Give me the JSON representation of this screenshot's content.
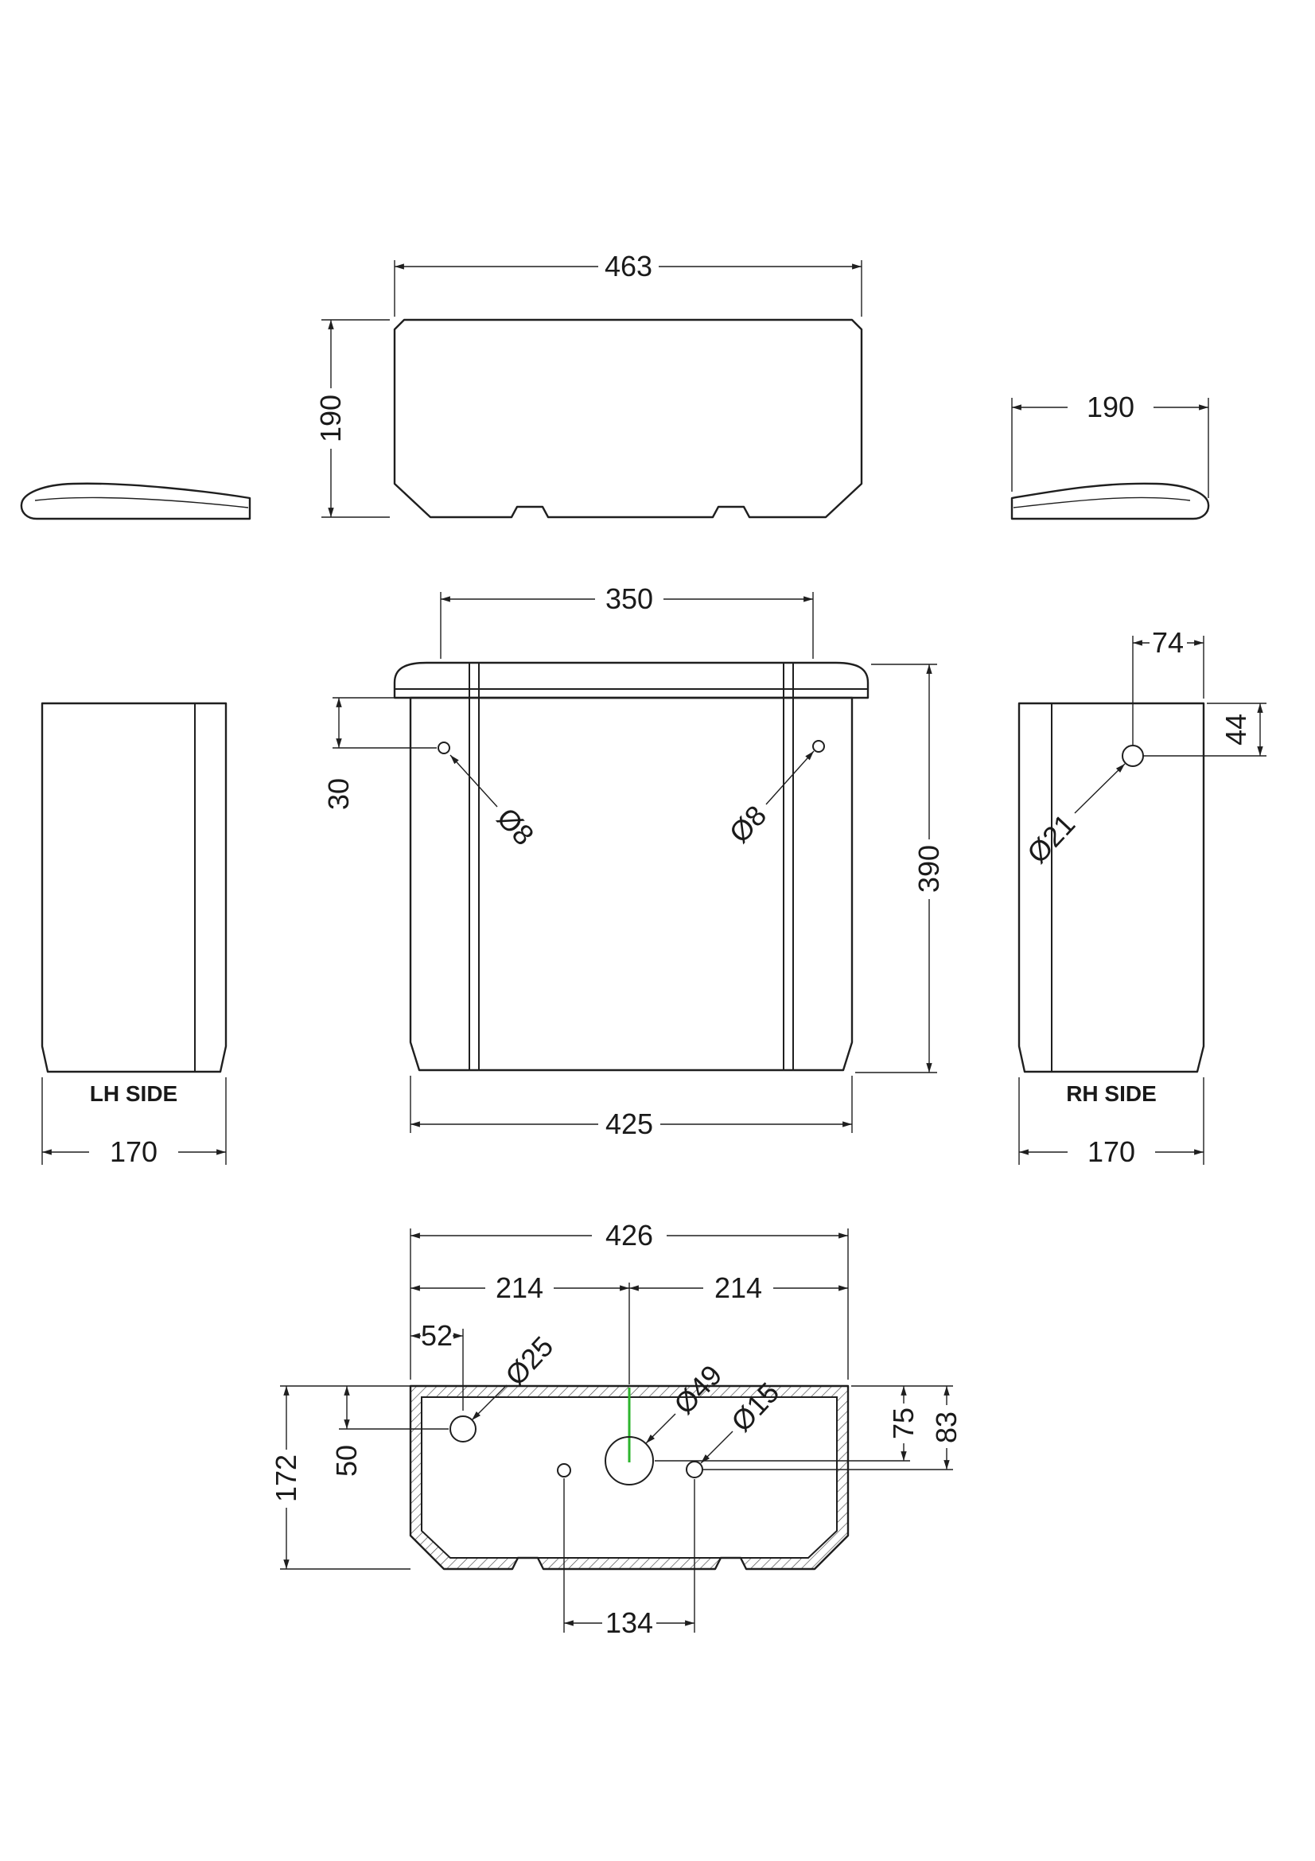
{
  "drawing": {
    "subject": "Toilet cistern dimensioned technical drawing",
    "background": "#ffffff",
    "line_color": "#1f1f1f",
    "centerline_color": "#2db52d",
    "views": {
      "top_plan": {
        "width": "463",
        "depth": "190"
      },
      "lid_side_right": {
        "depth": "190"
      },
      "front": {
        "lid_width": "350",
        "hole_offset_top": "30",
        "height": "390",
        "width_bottom": "425",
        "hole_left_dia": "Ø8",
        "hole_right_dia": "Ø8"
      },
      "lh_side": {
        "label": "LH SIDE",
        "depth": "170"
      },
      "rh_side": {
        "label": "RH SIDE",
        "depth": "170",
        "hole_inset": "74",
        "hole_drop": "44",
        "hole_dia": "Ø21"
      },
      "section_plan": {
        "width": "426",
        "left_half": "214",
        "right_half": "214",
        "hole_inset_x": "52",
        "hole_inset_y": "50",
        "depth": "172",
        "hole_small_dia": "Ø25",
        "hole_center_dia": "Ø49",
        "hole_right_dia": "Ø15",
        "hole_center_drop": "75",
        "hole_right_drop": "83",
        "hole_span": "134"
      }
    }
  }
}
